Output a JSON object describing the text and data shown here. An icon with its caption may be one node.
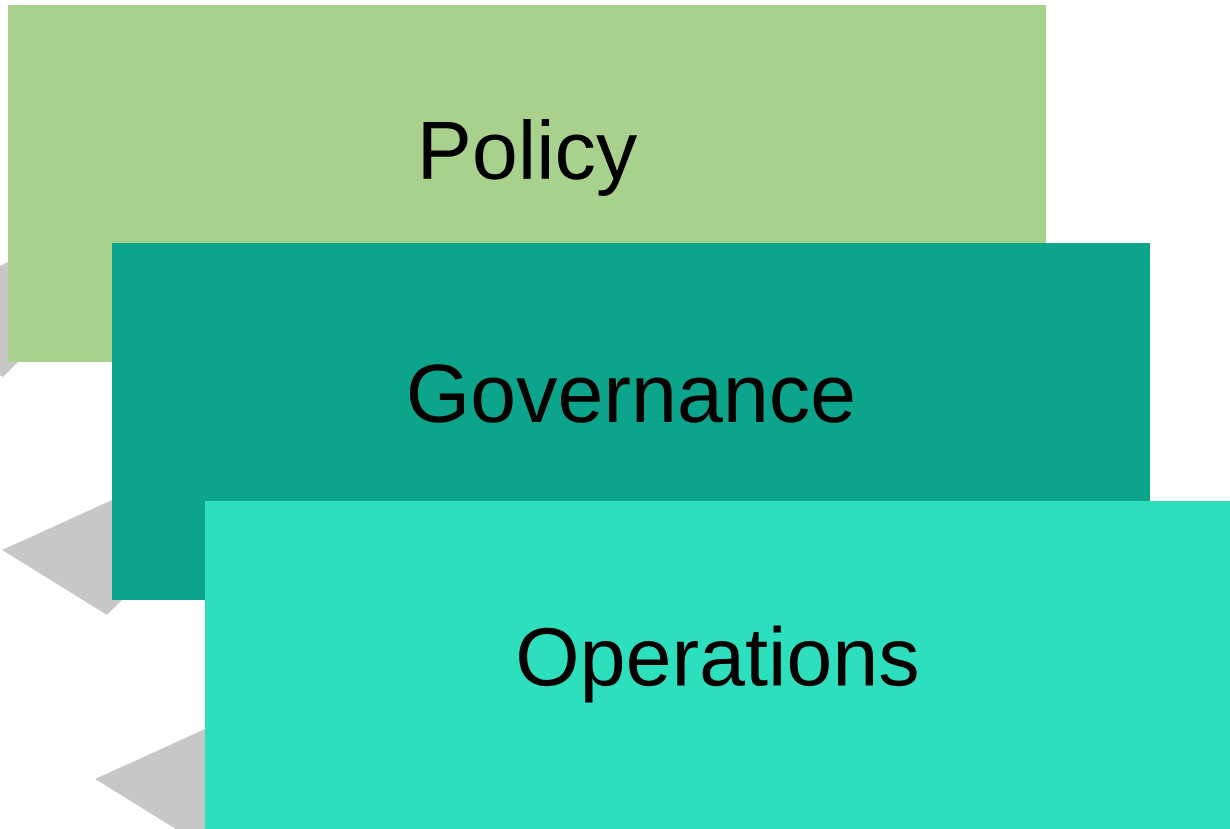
{
  "diagram": {
    "nodes": [
      {
        "text": [
          "Policy"
        ]
      },
      {
        "text": [
          "Governance"
        ]
      },
      {
        "text": [
          "Operations"
        ]
      }
    ]
  }
}
